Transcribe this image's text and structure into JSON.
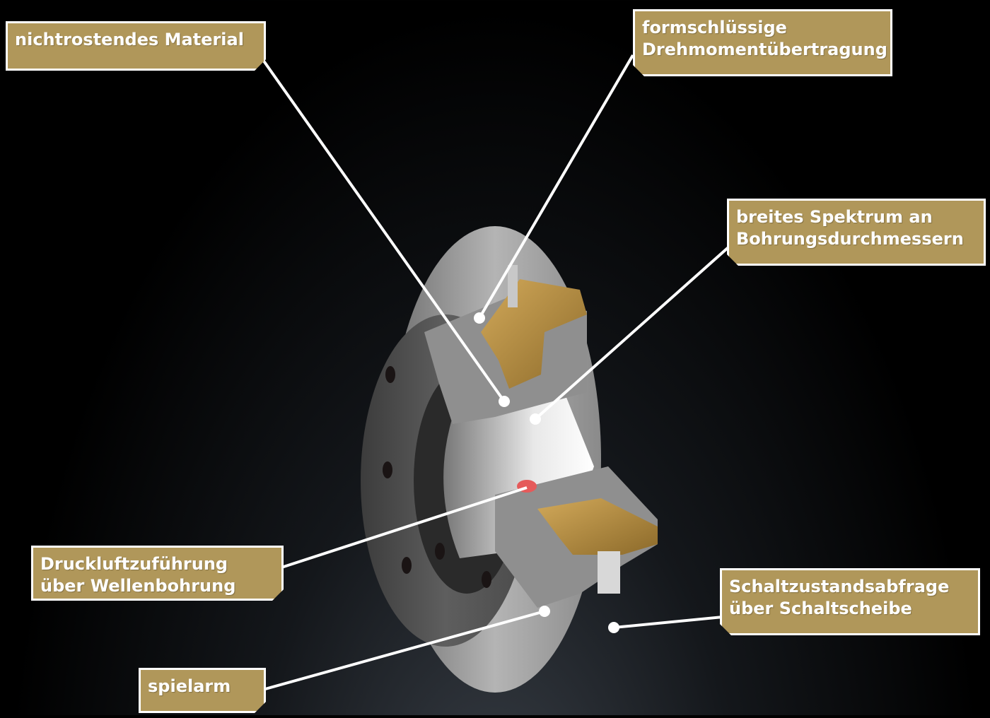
{
  "labels": {
    "material": {
      "lines": [
        "nichtrostendes Material"
      ]
    },
    "torque": {
      "lines": [
        "formschlüssige",
        "Drehmomentübertragung"
      ]
    },
    "bore": {
      "lines": [
        "breites Spektrum an",
        "Bohrungsdurchmessern"
      ]
    },
    "air": {
      "lines": [
        "Druckluftzuführung",
        "über Wellenbohrung"
      ]
    },
    "switch": {
      "lines": [
        "Schaltzustandsabfrage",
        "über Schaltscheibe"
      ]
    },
    "backlash": {
      "lines": [
        "spielarm"
      ]
    }
  },
  "colors": {
    "label_fill": "#b0975a",
    "label_border": "#ffffff",
    "leader_line": "#ffffff",
    "brass": "#b08a3c",
    "steel": "#9a9a9a",
    "background": "#000000"
  }
}
